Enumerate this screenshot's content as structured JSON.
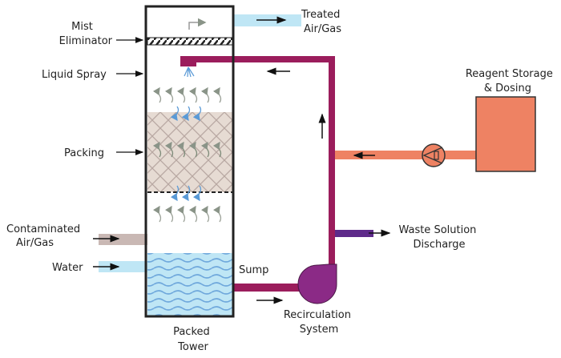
{
  "labels": {
    "mist_eliminator": [
      "Mist",
      "Eliminator"
    ],
    "liquid_spray": "Liquid Spray",
    "packing": "Packing",
    "contaminated": [
      "Contaminated",
      "Air/Gas"
    ],
    "water": "Water",
    "sump": "Sump",
    "packed_tower": [
      "Packed",
      "Tower"
    ],
    "recirculation": [
      "Recirculation",
      "System"
    ],
    "waste": [
      "Waste Solution",
      "Discharge"
    ],
    "treated": [
      "Treated",
      "Air/Gas"
    ],
    "reagent": [
      "Reagent Storage",
      "& Dosing"
    ]
  },
  "colors": {
    "recirculation_pipe": "#9b1d5c",
    "reagent": "#ee8263",
    "pump": "#8b2a86",
    "waste_pipe": "#5e2a8a",
    "water": "#bfe6f5",
    "contaminated_gas": "#c9b8b4",
    "packing": "#e6dbd3"
  }
}
